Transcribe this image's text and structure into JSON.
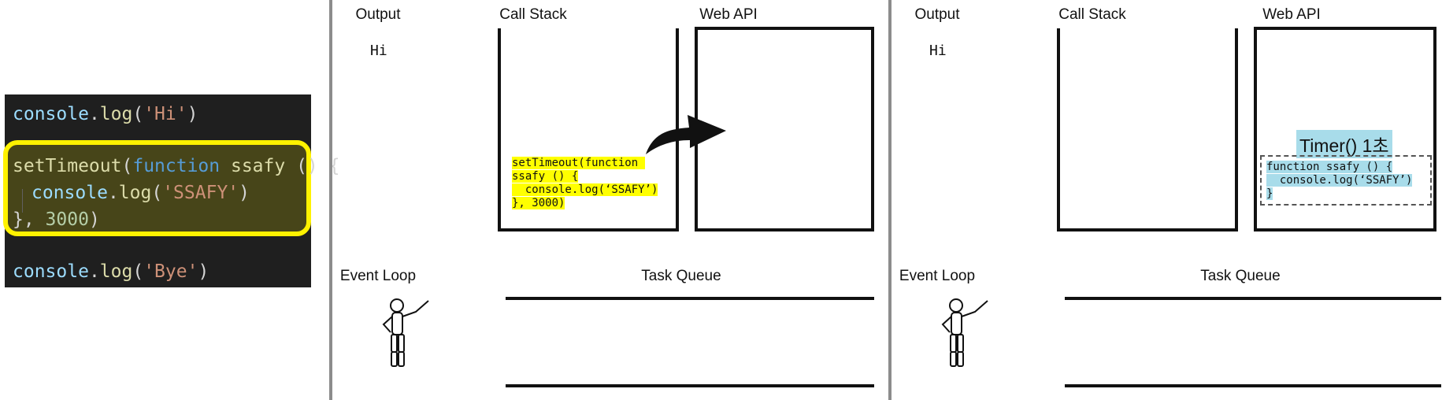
{
  "code": {
    "line1": {
      "obj": "console",
      "fn": "log",
      "str": "'Hi'"
    },
    "line2": {
      "fn": "setTimeout",
      "kw": "function",
      "name": "ssafy",
      "tail": " () {"
    },
    "line3": {
      "obj": "console",
      "fn": "log",
      "str": "'SSAFY'"
    },
    "line4": {
      "head": "}, ",
      "num": "3000",
      "tail": ")"
    },
    "line5": {
      "obj": "console",
      "fn": "log",
      "str": "'Bye'"
    }
  },
  "panel1": {
    "output_label": "Output",
    "output_value": "Hi",
    "call_stack_label": "Call Stack",
    "web_api_label": "Web API",
    "event_loop_label": "Event Loop",
    "task_queue_label": "Task Queue",
    "stack_snippet": {
      "line1": "setTimeout(function ",
      "line2": "ssafy () {",
      "line3": "  console.log(‘SSAFY’)",
      "line4": "}, 3000)"
    }
  },
  "panel2": {
    "output_label": "Output",
    "output_value": "Hi",
    "call_stack_label": "Call Stack",
    "web_api_label": "Web API",
    "event_loop_label": "Event Loop",
    "task_queue_label": "Task Queue",
    "timer_label": "Timer() 1초",
    "api_snippet": {
      "line1": "function ssafy () {",
      "line2": "  console.log(‘SSAFY’)",
      "line3": "}"
    }
  },
  "colors": {
    "editor_bg": "#1f1f1f",
    "highlight_yellow": "#fff200",
    "snippet_yellow": "#ffff00",
    "timer_blue": "#a8dcea"
  }
}
